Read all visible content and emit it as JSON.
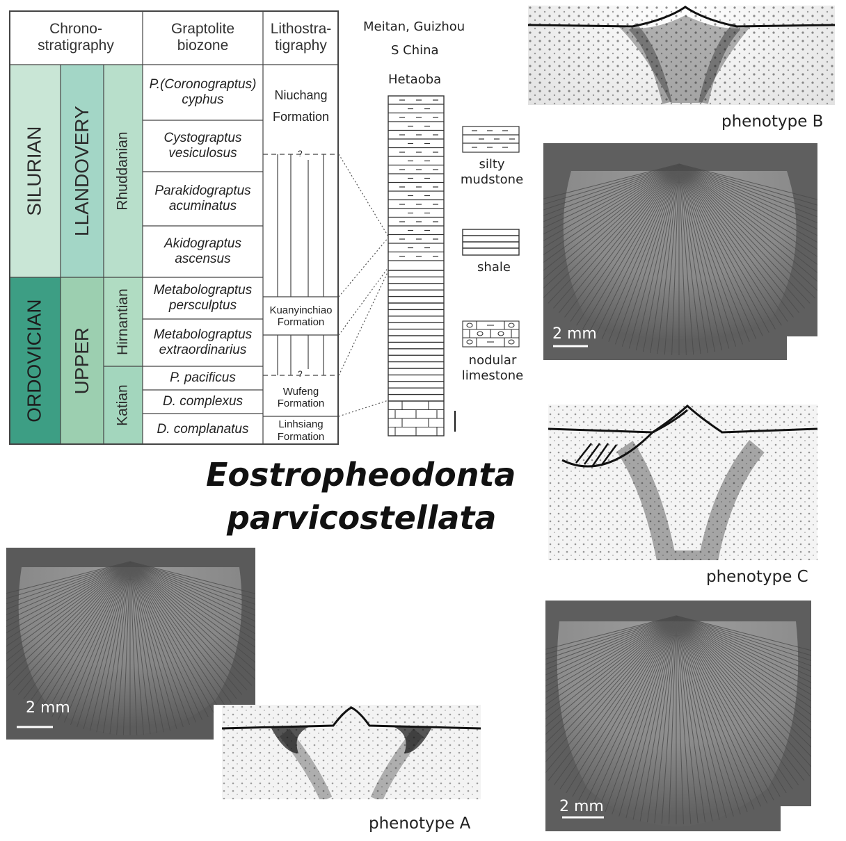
{
  "table": {
    "headers": {
      "chrono_line1": "Chrono-",
      "chrono_line2": "stratigraphy",
      "grapto_line1": "Graptolite",
      "grapto_line2": "biozone",
      "litho_line1": "Lithostra-",
      "litho_line2": "tigraphy"
    },
    "systems": {
      "silurian": "SILURIAN",
      "ordovician": "ORDOVICIAN"
    },
    "series": {
      "llandovery": "LLANDOVERY",
      "upper": "UPPER"
    },
    "stages": {
      "rhuddanian": "Rhuddanian",
      "hirnantian": "Hirnantian",
      "katian": "Katian"
    },
    "biozones": [
      {
        "line1": "P.(Coronograptus)",
        "line2": "cyphus"
      },
      {
        "line1": "Cystograptus",
        "line2": "vesiculosus"
      },
      {
        "line1": "Parakidograptus",
        "line2": "acuminatus"
      },
      {
        "line1": "Akidograptus",
        "line2": "ascensus"
      },
      {
        "line1": "Metabolograptus",
        "line2": "persculptus"
      },
      {
        "line1": "Metabolograptus",
        "line2": "extraordinarius"
      },
      {
        "line1": "P. pacificus",
        "line2": ""
      },
      {
        "line1": "D. complexus",
        "line2": ""
      },
      {
        "line1": "D. complanatus",
        "line2": ""
      }
    ],
    "formations": {
      "niuchang_1": "Niuchang",
      "niuchang_2": "Formation",
      "kuanyinchiao_1": "Kuanyinchiao",
      "kuanyinchiao_2": "Formation",
      "wufeng_1": "Wufeng",
      "wufeng_2": "Formation",
      "linhsiang_1": "Linhsiang",
      "linhsiang_2": "Formation",
      "question_mark": "?"
    },
    "colors": {
      "silurian": "#c9e6d6",
      "ordovician": "#3d9e84",
      "llandovery": "#a3d6c6",
      "upper": "#9ccfb0",
      "rhuddanian": "#b8dfcb",
      "hirnantian": "#b0dcc2",
      "katian": "#a3d6bd"
    }
  },
  "column": {
    "location_1": "Meitan, Guizhou",
    "location_2": "S China",
    "section": "Hetaoba"
  },
  "legend": {
    "silty_1": "silty",
    "silty_2": "mudstone",
    "shale": "shale",
    "nodular_1": "nodular",
    "nodular_2": "limestone"
  },
  "species": {
    "line1": "Eostropheodonta",
    "line2": "parvicostellata"
  },
  "phenotypes": {
    "a": "phenotype A",
    "b": "phenotype B",
    "c": "phenotype C"
  },
  "scales": {
    "s1": "2 mm",
    "s2": "2 mm",
    "s3": "2 mm"
  }
}
